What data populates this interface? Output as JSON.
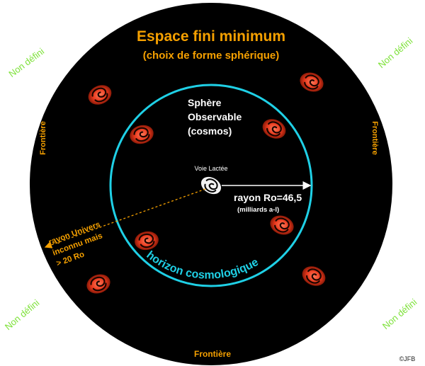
{
  "title": {
    "line1": "Espace fini minimum",
    "line2": "(choix de forme sphérique)"
  },
  "observable": {
    "line1": "Sphère",
    "line2": "Observable",
    "line3": "(cosmos)"
  },
  "milky_way_label": "Voie Lactée",
  "radius_ro": {
    "line1": "rayon Ro=46,5",
    "line2": "(milliards a-l)"
  },
  "universe_radius": {
    "line1": "rayon Univers",
    "line2": "inconnu mais",
    "line3": "> 20 Ro"
  },
  "horizon_label": "horizon cosmologique",
  "boundary_label": "Frontière",
  "undefined_label": "Non défini",
  "credit": "©JFB",
  "colors": {
    "space": "#000000",
    "title": "#f5a000",
    "horizon": "#1fd0e6",
    "undefined": "#7ee23a",
    "galaxy": "#e8381c"
  }
}
